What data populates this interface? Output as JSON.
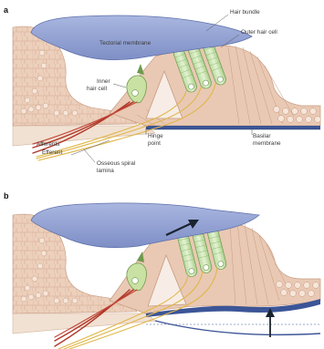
{
  "figure": {
    "panels": [
      {
        "label": "a",
        "annotations": {
          "hair_bundle": "Hair bundle",
          "outer_hair_cell": "Outer hair cell",
          "tectorial_membrane": "Tectorial membrane",
          "inner_hair_cell_1": "Inner",
          "inner_hair_cell_2": "hair cell",
          "afferents": "Afferents",
          "efferent": "Efferent",
          "hinge_point_1": "Hinge",
          "hinge_point_2": "point",
          "basilar_membrane_1": "Basilar",
          "basilar_membrane_2": "membrane",
          "osseous_spiral_lamina_1": "Osseous spiral",
          "osseous_spiral_lamina_2": "lamina"
        }
      },
      {
        "label": "b"
      }
    ],
    "colors": {
      "tectorial": "#8f9fd1",
      "tissue": "#e9c9b4",
      "tissue_dark": "#d8a98c",
      "cell_outline": "#c79a80",
      "basilar": "#3c5597",
      "bone": "#f1e1d2",
      "hair_cell": "#c9e2a4",
      "hair_cell_edge": "#6f9a4c",
      "nerve_red": "#b0372a",
      "nerve_yellow": "#e0b74a",
      "arrow": "#1b2330"
    }
  }
}
